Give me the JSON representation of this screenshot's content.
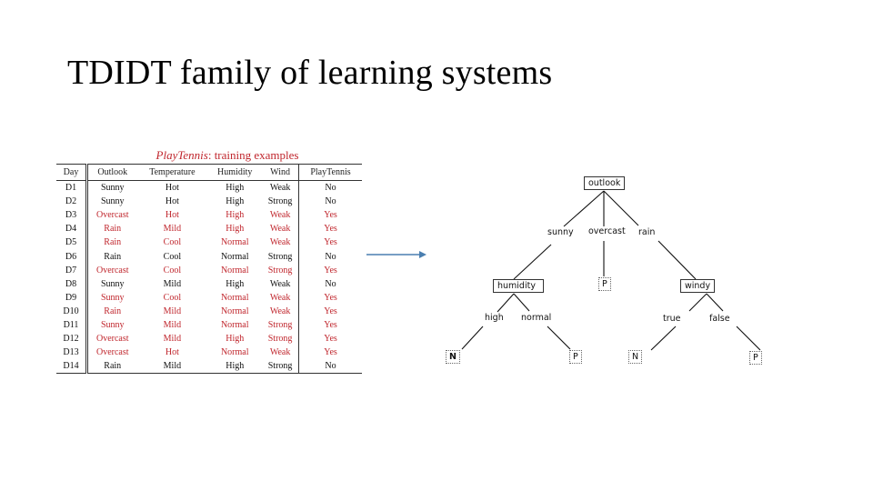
{
  "slide": {
    "title": "TDIDT family of learning systems"
  },
  "table": {
    "caption_italic": "PlayTennis",
    "caption_rest": ": training examples",
    "headers": [
      "Day",
      "Outlook",
      "Temperature",
      "Humidity",
      "Wind",
      "PlayTennis"
    ],
    "rows": [
      {
        "cells": [
          "D1",
          "Sunny",
          "Hot",
          "High",
          "Weak",
          "No"
        ],
        "highlight": false
      },
      {
        "cells": [
          "D2",
          "Sunny",
          "Hot",
          "High",
          "Strong",
          "No"
        ],
        "highlight": false
      },
      {
        "cells": [
          "D3",
          "Overcast",
          "Hot",
          "High",
          "Weak",
          "Yes"
        ],
        "highlight": true
      },
      {
        "cells": [
          "D4",
          "Rain",
          "Mild",
          "High",
          "Weak",
          "Yes"
        ],
        "highlight": true
      },
      {
        "cells": [
          "D5",
          "Rain",
          "Cool",
          "Normal",
          "Weak",
          "Yes"
        ],
        "highlight": true
      },
      {
        "cells": [
          "D6",
          "Rain",
          "Cool",
          "Normal",
          "Strong",
          "No"
        ],
        "highlight": false
      },
      {
        "cells": [
          "D7",
          "Overcast",
          "Cool",
          "Normal",
          "Strong",
          "Yes"
        ],
        "highlight": true
      },
      {
        "cells": [
          "D8",
          "Sunny",
          "Mild",
          "High",
          "Weak",
          "No"
        ],
        "highlight": false
      },
      {
        "cells": [
          "D9",
          "Sunny",
          "Cool",
          "Normal",
          "Weak",
          "Yes"
        ],
        "highlight": true
      },
      {
        "cells": [
          "D10",
          "Rain",
          "Mild",
          "Normal",
          "Weak",
          "Yes"
        ],
        "highlight": true
      },
      {
        "cells": [
          "D11",
          "Sunny",
          "Mild",
          "Normal",
          "Strong",
          "Yes"
        ],
        "highlight": true
      },
      {
        "cells": [
          "D12",
          "Overcast",
          "Mild",
          "High",
          "Strong",
          "Yes"
        ],
        "highlight": true
      },
      {
        "cells": [
          "D13",
          "Overcast",
          "Hot",
          "Normal",
          "Weak",
          "Yes"
        ],
        "highlight": true
      },
      {
        "cells": [
          "D14",
          "Rain",
          "Mild",
          "High",
          "Strong",
          "No"
        ],
        "highlight": false
      }
    ],
    "highlight_color": "#c0262d"
  },
  "arrow": {
    "color": "#4a7fb0"
  },
  "tree": {
    "root": "outlook",
    "root_edges": [
      "sunny",
      "overcast",
      "rain"
    ],
    "humidity_node": "humidity",
    "humidity_edges": [
      "high",
      "normal"
    ],
    "overcast_leaf": "P",
    "windy_node": "windy",
    "windy_edges": [
      "true",
      "false"
    ],
    "leaves": [
      "N",
      "P",
      "N",
      "P"
    ]
  }
}
